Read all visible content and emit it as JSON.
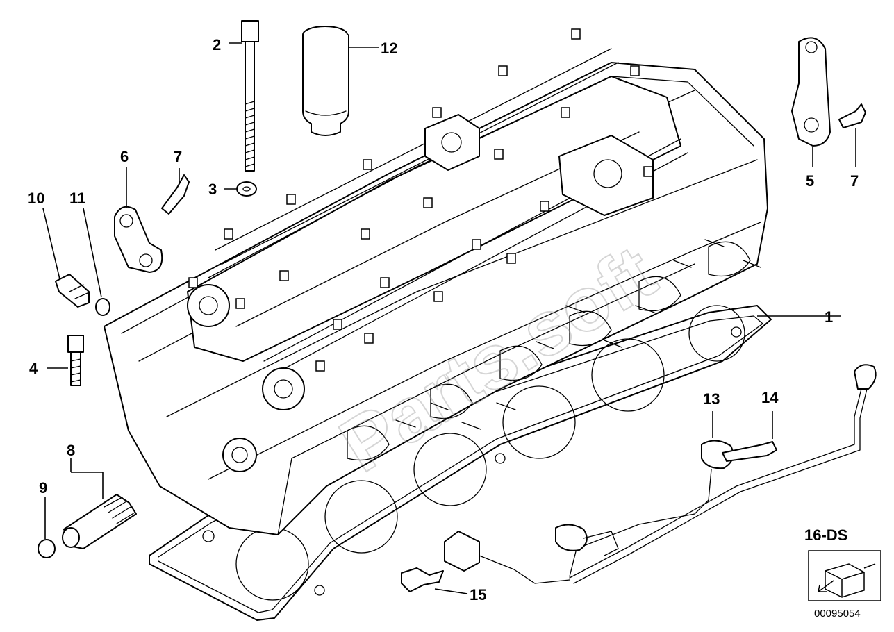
{
  "callouts": {
    "c1": "1",
    "c2": "2",
    "c3": "3",
    "c4": "4",
    "c5": "5",
    "c6": "6",
    "c7a": "7",
    "c7b": "7",
    "c8": "8",
    "c9": "9",
    "c10": "10",
    "c11": "11",
    "c12": "12",
    "c13": "13",
    "c14": "14",
    "c15": "15",
    "c16": "16-DS"
  },
  "diagram_code": "00095054",
  "watermark": "Parts.soft"
}
